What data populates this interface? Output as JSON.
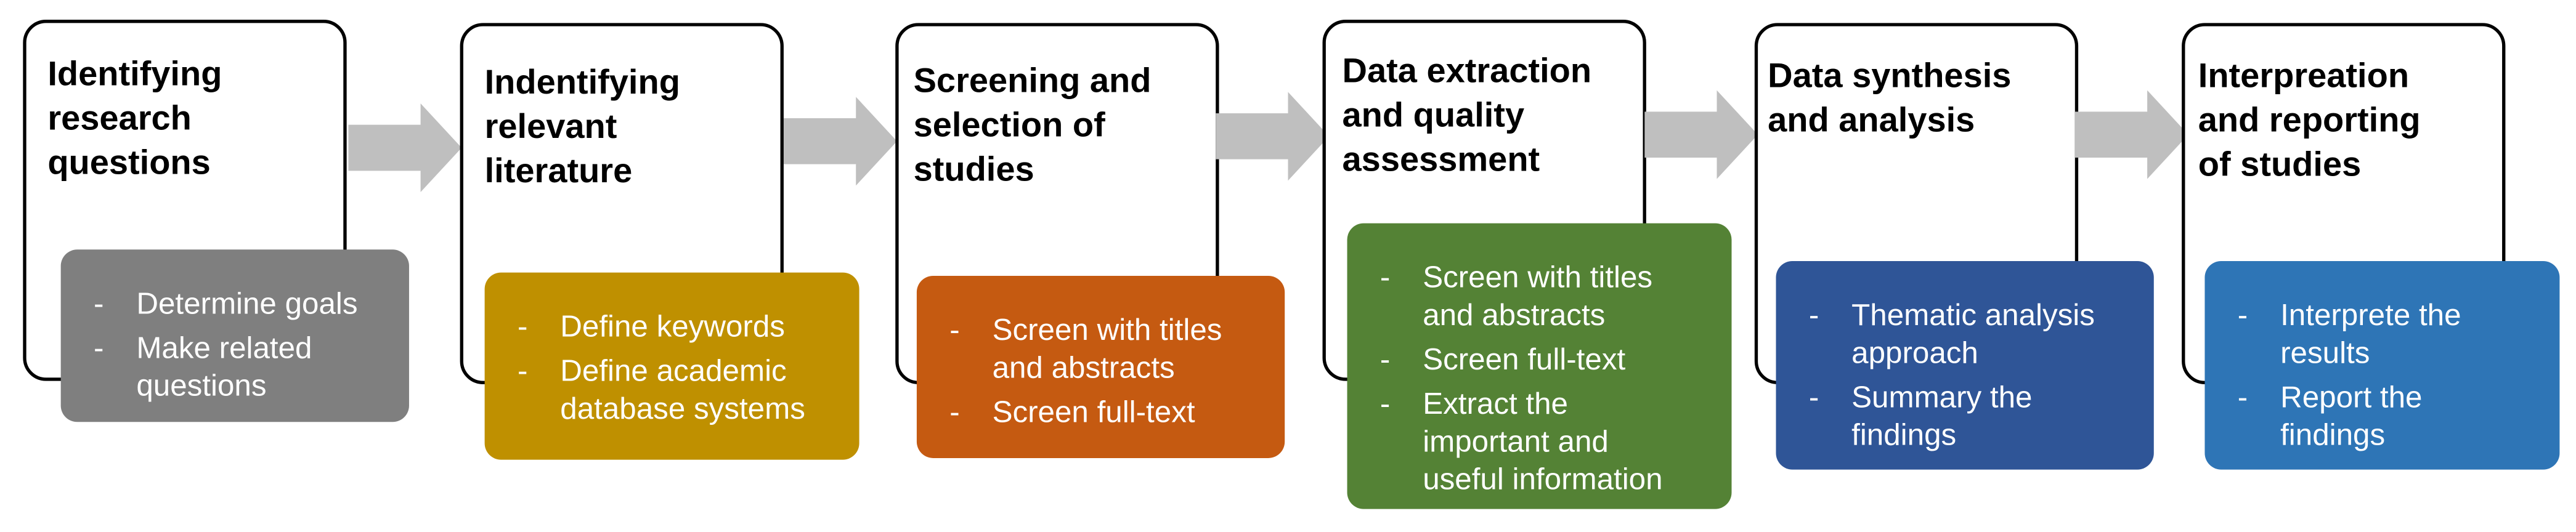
{
  "steps": [
    {
      "title": "Identifying\nresearch\nquestions",
      "color": "#7f7f7f",
      "items": [
        "Determine goals",
        "Make related\nquestions"
      ]
    },
    {
      "title": "Indentifying\nrelevant\nliterature",
      "color": "#bf9000",
      "items": [
        "Define keywords",
        "Define academic\ndatabase systems"
      ]
    },
    {
      "title": "Screening and\nselection of\nstudies",
      "color": "#c55a11",
      "items": [
        "Screen with titles\nand abstracts",
        "Screen full-text"
      ]
    },
    {
      "title": "Data extraction\nand quality\nassessment",
      "color": "#548235",
      "items": [
        "Screen with titles\nand abstracts",
        "Screen full-text",
        "Extract the\nimportant and\nuseful information"
      ]
    },
    {
      "title": "Data synthesis\nand analysis",
      "color": "#2f5597",
      "items": [
        "Thematic analysis\napproach",
        "Summary the\nfindings"
      ]
    },
    {
      "title": "Interpreation\nand reporting\nof studies",
      "color": "#2e75b6",
      "items": [
        "Interprete the\nresults",
        "Report the\nfindings"
      ]
    }
  ],
  "bullet": "-",
  "arrow_color": "#bfbfbf"
}
